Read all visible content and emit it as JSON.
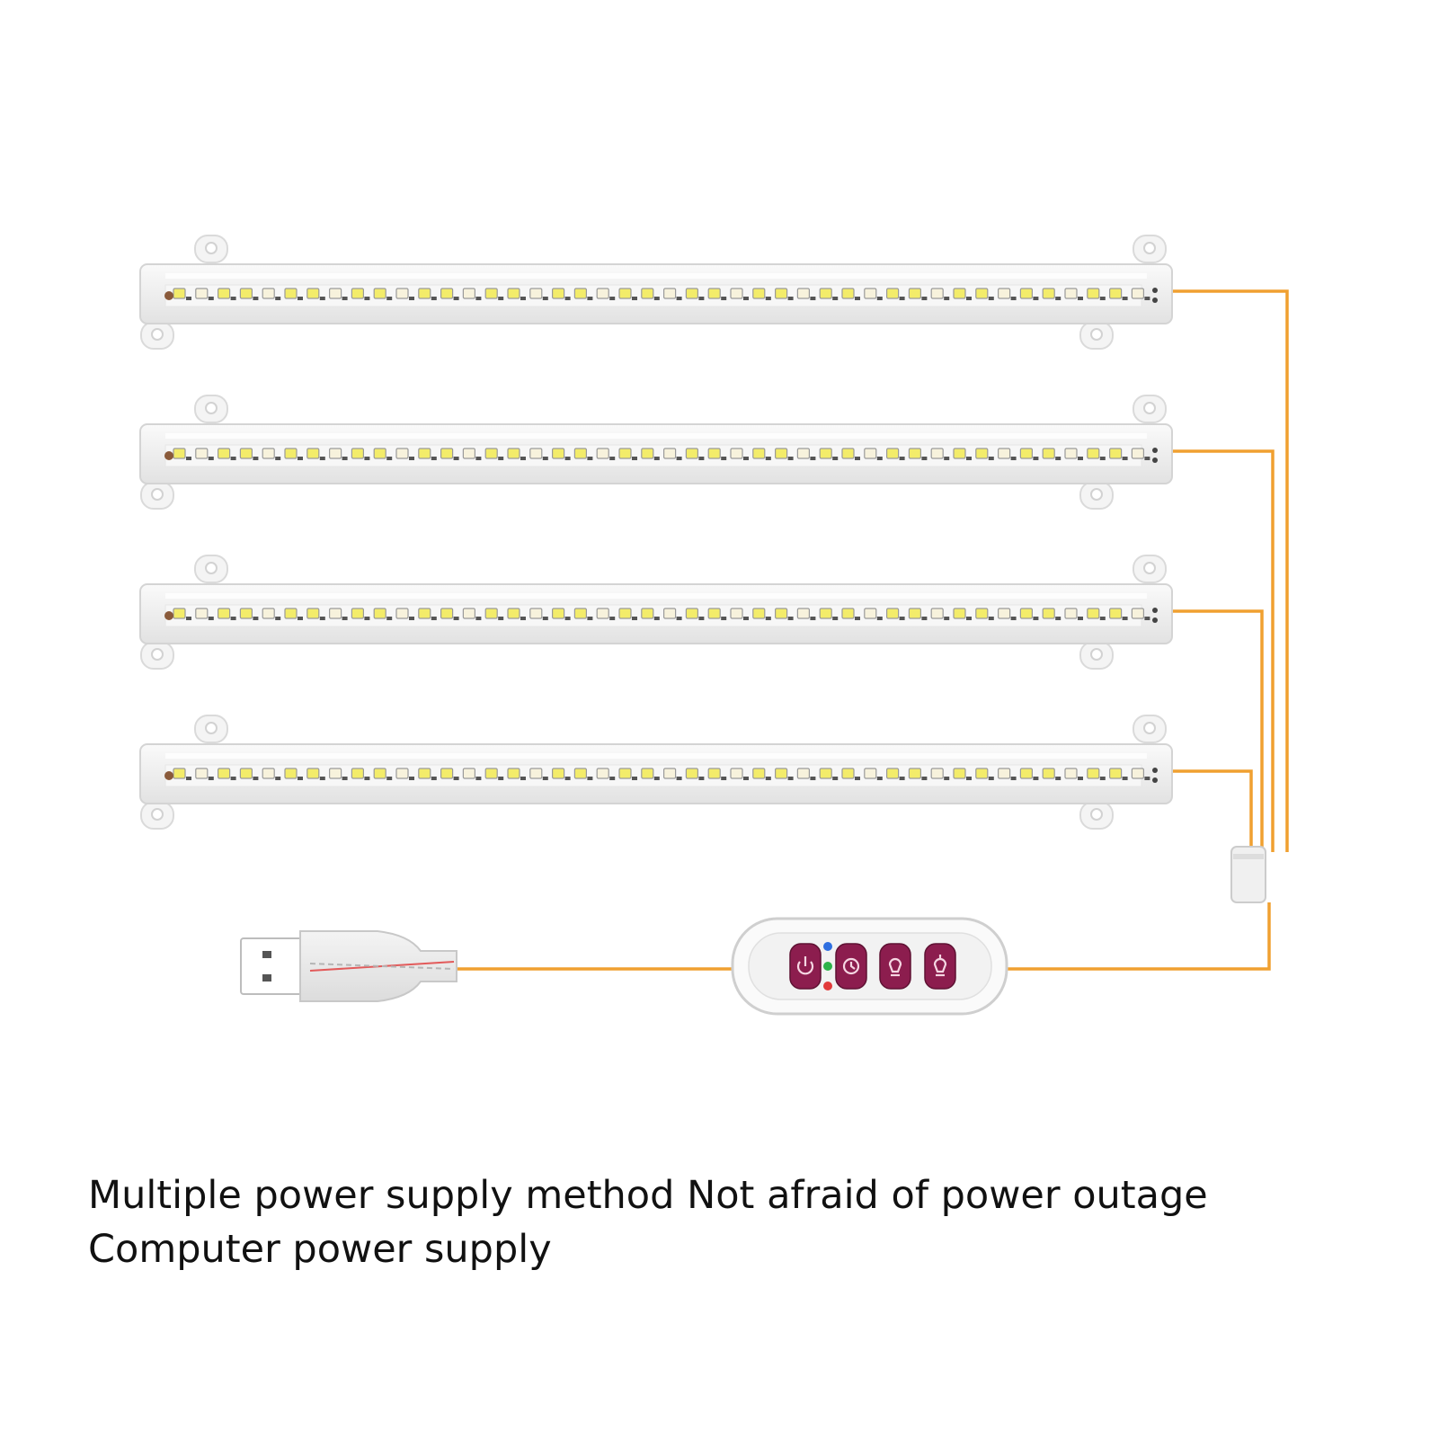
{
  "caption": {
    "line1": "Multiple power supply method Not afraid of power outage",
    "line2": "Computer power supply"
  },
  "product": {
    "light_bar_count": 4,
    "leds_per_bar": 44,
    "controller_buttons": [
      "power-icon",
      "timer-icon",
      "dim-down-icon",
      "dim-up-icon"
    ],
    "timer_indicators": [
      "blue",
      "green",
      "red"
    ]
  },
  "colors": {
    "cable": "#f0a030",
    "controller_button": "#8c1d4e",
    "led_yellow": "#f3ec6a",
    "led_white": "#f7f2dc",
    "bar_body": "#f2f2f2",
    "indicator_blue": "#2f6fe0",
    "indicator_green": "#2db34a",
    "indicator_red": "#e23a3a"
  }
}
